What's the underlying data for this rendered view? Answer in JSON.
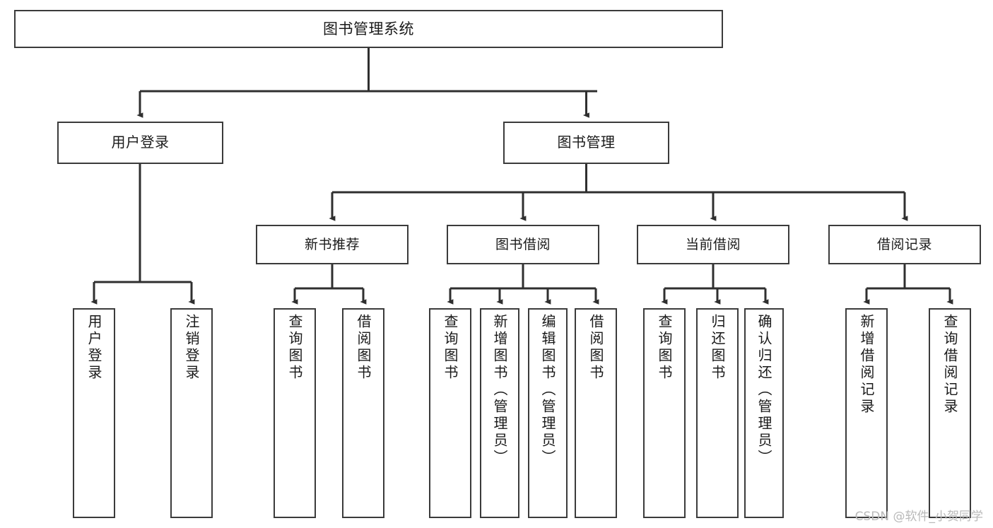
{
  "diagram": {
    "title": "图书管理系统",
    "type": "hierarchy-tree",
    "watermark": "CSDN @软件_小贺同学",
    "colors": {
      "box_border": "#3b3b3b",
      "box_fill": "#ffffff",
      "connector": "#2f2f2f",
      "text": "#1a1a1a",
      "watermark": "#b9b9b9"
    },
    "levels": {
      "root": {
        "label": "图书管理系统"
      },
      "level2": [
        {
          "label": "用户登录"
        },
        {
          "label": "图书管理"
        }
      ],
      "level3": [
        {
          "label": "新书推荐"
        },
        {
          "label": "图书借阅"
        },
        {
          "label": "当前借阅"
        },
        {
          "label": "借阅记录"
        }
      ],
      "leaves": [
        {
          "label": "用户登录",
          "parent": "用户登录"
        },
        {
          "label": "注销登录",
          "parent": "用户登录"
        },
        {
          "label": "查询图书",
          "parent": "新书推荐"
        },
        {
          "label": "借阅图书",
          "parent": "新书推荐"
        },
        {
          "label": "查询图书",
          "parent": "图书借阅"
        },
        {
          "label": "新增图书（管理员）",
          "parent": "图书借阅"
        },
        {
          "label": "编辑图书（管理员）",
          "parent": "图书借阅"
        },
        {
          "label": "借阅图书",
          "parent": "图书借阅"
        },
        {
          "label": "查询图书",
          "parent": "当前借阅"
        },
        {
          "label": "归还图书",
          "parent": "当前借阅"
        },
        {
          "label": "确认归还（管理员）",
          "parent": "当前借阅"
        },
        {
          "label": "新增借阅记录",
          "parent": "借阅记录"
        },
        {
          "label": "查询借阅记录",
          "parent": "借阅记录"
        }
      ]
    }
  }
}
